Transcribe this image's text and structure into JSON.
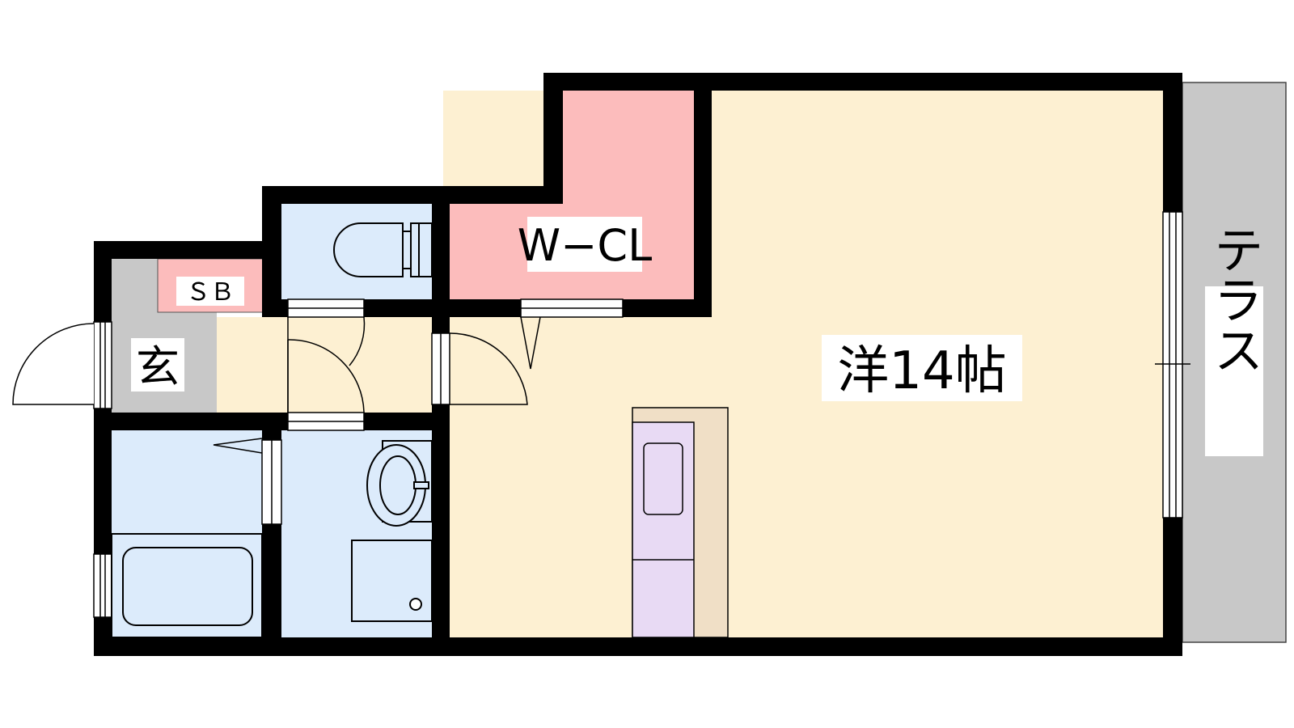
{
  "rooms": {
    "western_room": "洋14帖",
    "walk_in_closet": "W−CL",
    "shoe_box": "ＳＢ",
    "entrance": "玄",
    "terrace": "テラス"
  },
  "colors": {
    "wall": "#000000",
    "western_room": "#fdf0d2",
    "walk_in_closet": "#fcbcbc",
    "shoe_box": "#fcbcbc",
    "entrance": "#c8c8c8",
    "wet_area": "#dcebfb",
    "terrace": "#c8c8c8",
    "kitchen": "#e8daf4",
    "kitchen_counter": "#f0dfc6"
  }
}
